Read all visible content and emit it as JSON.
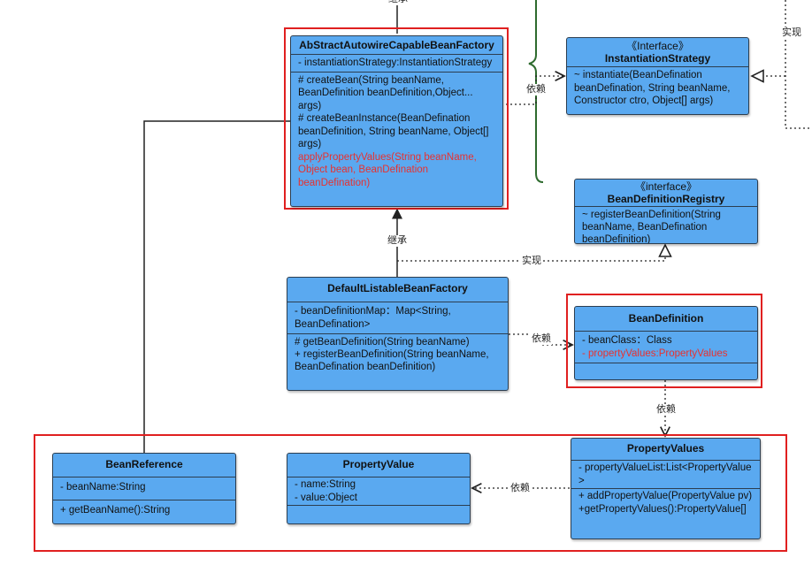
{
  "classes": {
    "abstract_autowire": {
      "name": "AbStractAutowireCapableBeanFactory",
      "attributes": [
        "- instantiationStrategy:InstantiationStrategy"
      ],
      "methods": [
        "# createBean(String beanName, BeanDefinition beanDefinition,Object... args)",
        "# createBeanInstance(BeanDefination beanDefinition, String beanName, Object[] args)"
      ],
      "highlighted_method": "applyPropertyValues(String beanName, Object bean, BeanDefination beanDefination)"
    },
    "instantiation_strategy": {
      "stereotype": "《Interface》",
      "name": "InstantiationStrategy",
      "methods": [
        "~ instantiate(BeanDefination beanDefination, String beanName, Constructor ctro, Object[] args)"
      ]
    },
    "bean_definition_registry": {
      "stereotype": "《interface》",
      "name": "BeanDefinitionRegistry",
      "methods": [
        "~ registerBeanDefinition(String beanName, BeanDefination beanDefinition)"
      ]
    },
    "default_listable": {
      "name": "DefaultListableBeanFactory",
      "attributes": [
        "- beanDefinitionMap：Map<String, BeanDefination>"
      ],
      "methods": [
        "# getBeanDefinition(String beanName)",
        "+ registerBeanDefinition(String beanName, BeanDefination beanDefinition)"
      ]
    },
    "bean_definition": {
      "name": "BeanDefinition",
      "attributes": [
        "- beanClass：Class"
      ],
      "highlighted_attribute": "- propertyValues:PropertyValues"
    },
    "property_values": {
      "name": "PropertyValues",
      "attributes": [
        "- propertyValueList:List<PropertyValue>"
      ],
      "methods": [
        "+ addPropertyValue(PropertyValue pv)",
        "+getPropertyValues():PropertyValue[]"
      ]
    },
    "bean_reference": {
      "name": "BeanReference",
      "attributes": [
        "- beanName:String"
      ],
      "methods": [
        "+ getBeanName():String"
      ]
    },
    "property_value": {
      "name": "PropertyValue",
      "attributes": [
        "- name:String",
        "- value:Object"
      ]
    }
  },
  "labels": {
    "inherit": "继承",
    "depend": "依赖",
    "implement": "实现"
  },
  "colors": {
    "class_fill": "#5aa9f0",
    "highlight_box": "#e02020",
    "highlight_text": "#e8312f",
    "brace": "#2e6b2e"
  }
}
